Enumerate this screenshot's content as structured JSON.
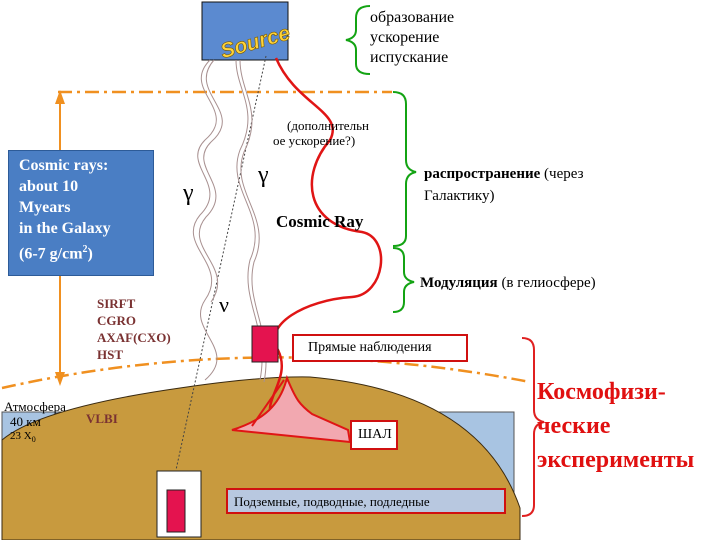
{
  "source": {
    "label": "Source"
  },
  "source_processes": [
    "образование",
    "ускорение",
    "испускание"
  ],
  "extra_acceleration": [
    "(дополнительн",
    "ое ускорение?)"
  ],
  "propagation": {
    "line1_bold": "распространение",
    "line1_rest": " (через",
    "line2": "Галактику)"
  },
  "cosmic_ray_label": "Cosmic Ray",
  "modulation": {
    "bold": "Модуляция",
    "rest": " (в гелиосфере)"
  },
  "cosmic_box": [
    "Cosmic rays:",
    "about 10",
    "Myears",
    "in the Galaxy",
    "(6-7 g/cm",
    "2",
    ")"
  ],
  "gamma_symbol": "γ",
  "nu_symbol": "ν",
  "observatories": [
    "SIRFT",
    "CGRO",
    "AXAF(CXO)",
    "HST"
  ],
  "direct_observations": "Прямые наблюдения",
  "atmosphere": {
    "label": "Атмосфера",
    "height": "40 км",
    "depth": "23 Х",
    "depth_sub": "0"
  },
  "vlbi": "VLBI",
  "eas": "ШАЛ",
  "underground": "Подземные, подводные, подледные",
  "cosmophysics": [
    "Космофизи-",
    "ческие",
    "эксперименты"
  ],
  "colors": {
    "earth": "#c89a3e",
    "sky": "#a8c4e2",
    "red_track": "#e01515",
    "cosmic_box": "#4a7ec4",
    "pink": "#e4134f",
    "bracket_green": "#13a313",
    "bracket_red": "#e02020",
    "orange_arrow": "#f09020"
  }
}
